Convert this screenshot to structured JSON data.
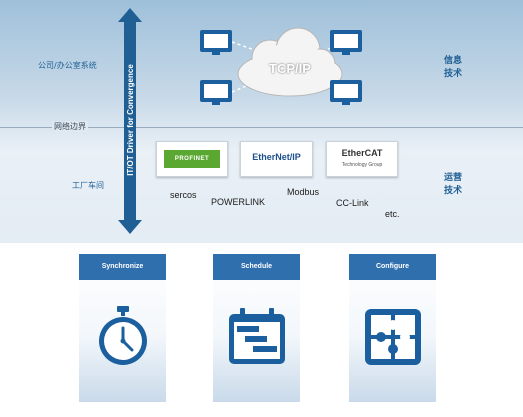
{
  "diagram": {
    "top_zone_label": "公司/办公室系统",
    "boundary_label": "网络边界",
    "bottom_zone_label": "工厂车间",
    "it_label": "信息技术",
    "ot_label": "运营技术",
    "driver_label": "IT/OT Driver for Convergence",
    "cloud_label": "TCP/IP",
    "protocols": {
      "profinet": "PROFINET",
      "ethernetip": "EtherNet/IP",
      "ethercat": "EtherCAT",
      "ethercat_sub": "Technology Group",
      "sercos": "sercos",
      "powerlink": "POWERLINK",
      "modbus": "Modbus",
      "cclink": "CC-Link",
      "etc": "etc."
    },
    "columns": [
      {
        "label": "Synchronize",
        "icon": "clock-icon"
      },
      {
        "label": "Schedule",
        "icon": "schedule-chart-icon"
      },
      {
        "label": "Configure",
        "icon": "puzzle-icon"
      }
    ],
    "colors": {
      "accent": "#2f6fae",
      "arrow": "#1f5f94",
      "monitor": "#1b5f9e"
    }
  }
}
